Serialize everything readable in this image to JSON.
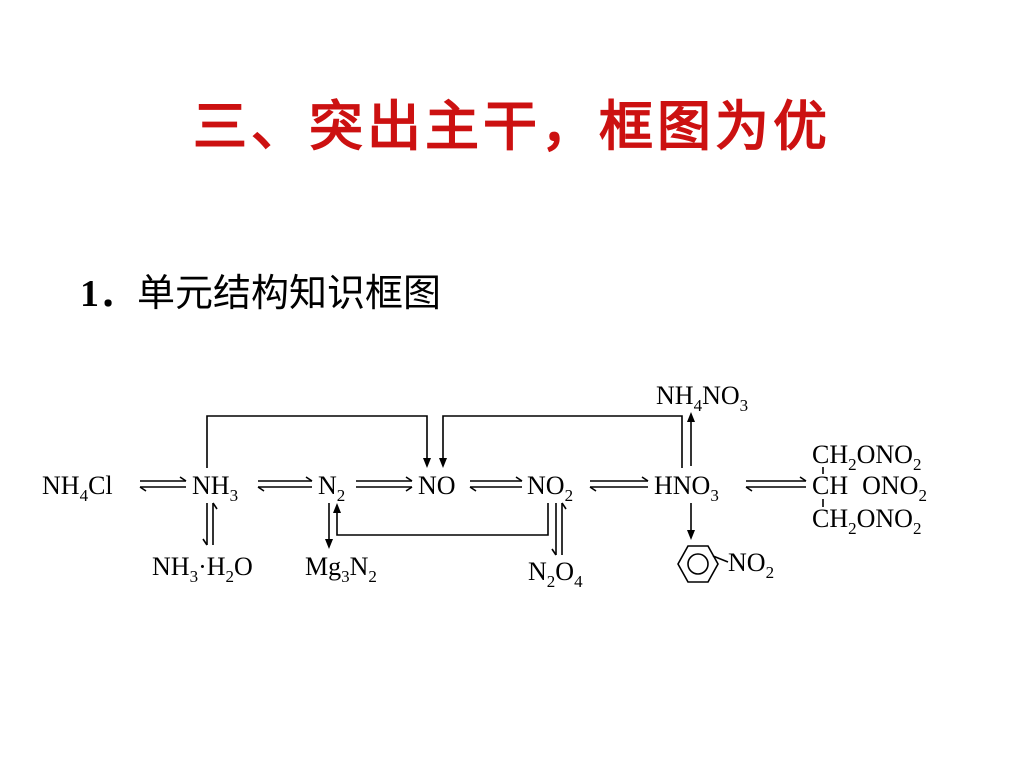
{
  "title": "三、突出主干，框图为优",
  "subtitle": {
    "number": "1．",
    "text": "单元结构知识框图"
  },
  "colors": {
    "title": "#cc1111",
    "text": "#000000",
    "background": "#ffffff"
  },
  "diagram": {
    "nh4cl": {
      "base": "NH",
      "sub": "4",
      "tail": "Cl"
    },
    "nh3": {
      "base": "NH",
      "sub": "3"
    },
    "n2": {
      "base": "N",
      "sub": "2"
    },
    "no": {
      "base": "NO"
    },
    "no2": {
      "base": "NO",
      "sub": "2"
    },
    "hno3": {
      "base": "HNO",
      "sub": "3"
    },
    "nh4no3": {
      "a": "NH",
      "s1": "4",
      "b": "NO",
      "s2": "3"
    },
    "nh3h2o": {
      "a": "NH",
      "s1": "3",
      "dot": "·",
      "b": "H",
      "s2": "2",
      "c": "O"
    },
    "mg3n2": {
      "a": "Mg",
      "s1": "3",
      "b": "N",
      "s2": "2"
    },
    "n2o4": {
      "a": "N",
      "s1": "2",
      "b": "O",
      "s2": "4"
    },
    "nitrobenzene": {
      "group": "NO",
      "sub": "2"
    },
    "glycerol_trinitrate": {
      "row1": {
        "a": "CH",
        "s1": "2",
        "b": "ONO",
        "s2": "2"
      },
      "row2": {
        "a": "CH",
        "b": "ONO",
        "s2": "2"
      },
      "row3": {
        "a": "CH",
        "s1": "2",
        "b": "ONO",
        "s2": "2"
      }
    }
  }
}
